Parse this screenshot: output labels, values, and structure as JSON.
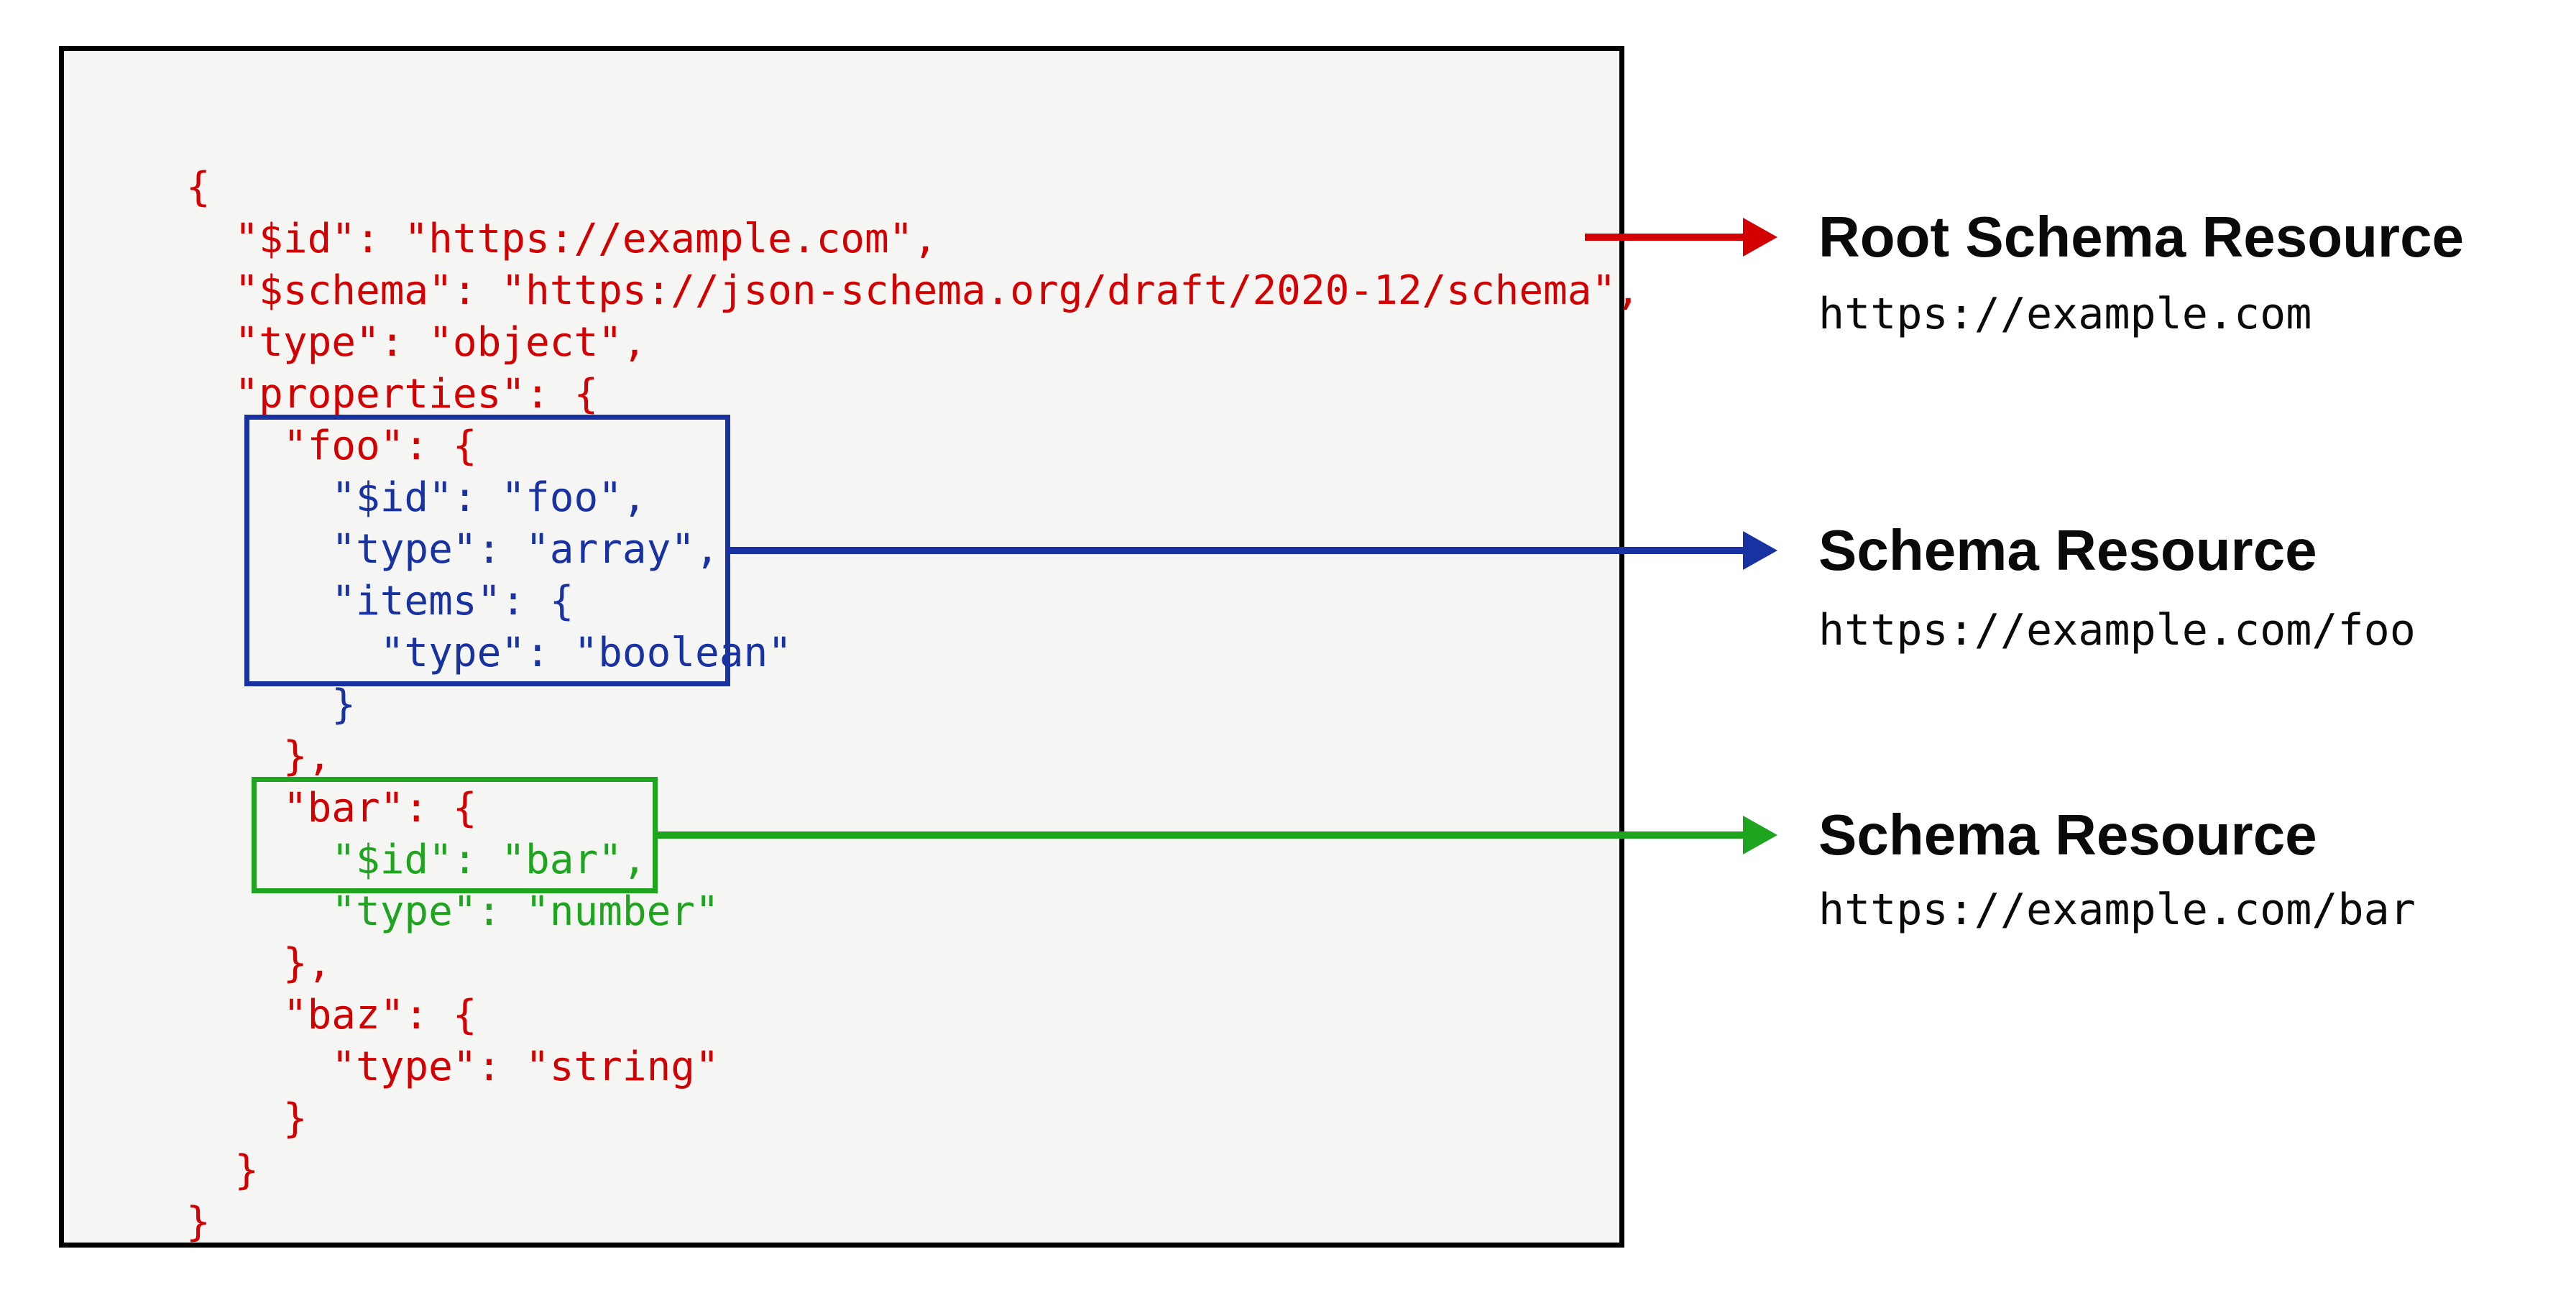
{
  "colors": {
    "root_schema_accent": "#d20000",
    "foo_schema_accent": "#1832a2",
    "bar_schema_accent": "#1ea41e",
    "panel_background": "#f5f5f4",
    "panel_border": "#000000",
    "label_text": "#0a0a0a"
  },
  "code": {
    "lines": [
      "{",
      "  \"$id\": \"https://example.com\",",
      "  \"$schema\": \"https://json-schema.org/draft/2020-12/schema\",",
      "  \"type\": \"object\",",
      "  \"properties\": {",
      "    \"foo\": {",
      "      \"$id\": \"foo\",",
      "      \"type\": \"array\",",
      "      \"items\": {",
      "        \"type\": \"boolean\"",
      "      }",
      "    },",
      "    \"bar\": {",
      "      \"$id\": \"bar\",",
      "      \"type\": \"number\"",
      "    },",
      "    \"baz\": {",
      "      \"type\": \"string\"",
      "    }",
      "  }",
      "}"
    ]
  },
  "annotations": [
    {
      "title": "Root Schema Resource",
      "url": "https://example.com"
    },
    {
      "title": "Schema Resource",
      "url": "https://example.com/foo"
    },
    {
      "title": "Schema Resource",
      "url": "https://example.com/bar"
    }
  ]
}
